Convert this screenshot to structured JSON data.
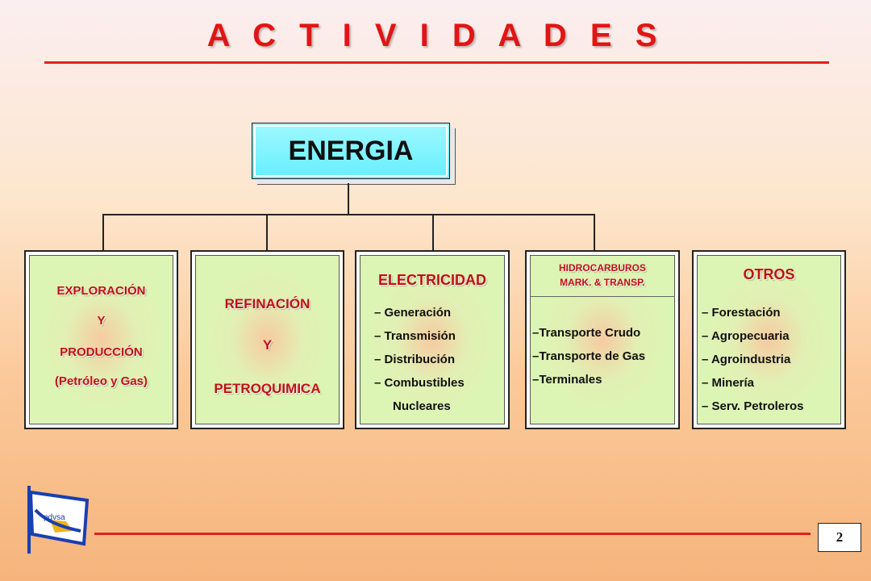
{
  "title": "A C T I V I D A D E S",
  "root": "ENERGIA",
  "boxes": [
    {
      "lines": [
        "EXPLORACIÓN",
        "Y",
        "PRODUCCIÓN",
        "(Petróleo y Gas)"
      ]
    },
    {
      "lines": [
        "REFINACIÓN",
        "Y",
        "PETROQUIMICA"
      ]
    },
    {
      "title": "ELECTRICIDAD",
      "items": [
        "–  Generación",
        "–  Transmisión",
        "–  Distribución",
        "–  Combustibles",
        "Nucleares"
      ]
    },
    {
      "title_lines": [
        "HIDROCARBUROS",
        "MARK. & TRANSP."
      ],
      "items": [
        "–Transporte  Crudo",
        "–Transporte de Gas",
        "–Terminales"
      ]
    },
    {
      "title": "OTROS",
      "items": [
        "–  Forestación",
        "–  Agropecuaria",
        "–  Agroindustria",
        "–  Minería",
        "–  Serv. Petroleros"
      ]
    }
  ],
  "logo_text": "pdvsa",
  "page_number": "2"
}
